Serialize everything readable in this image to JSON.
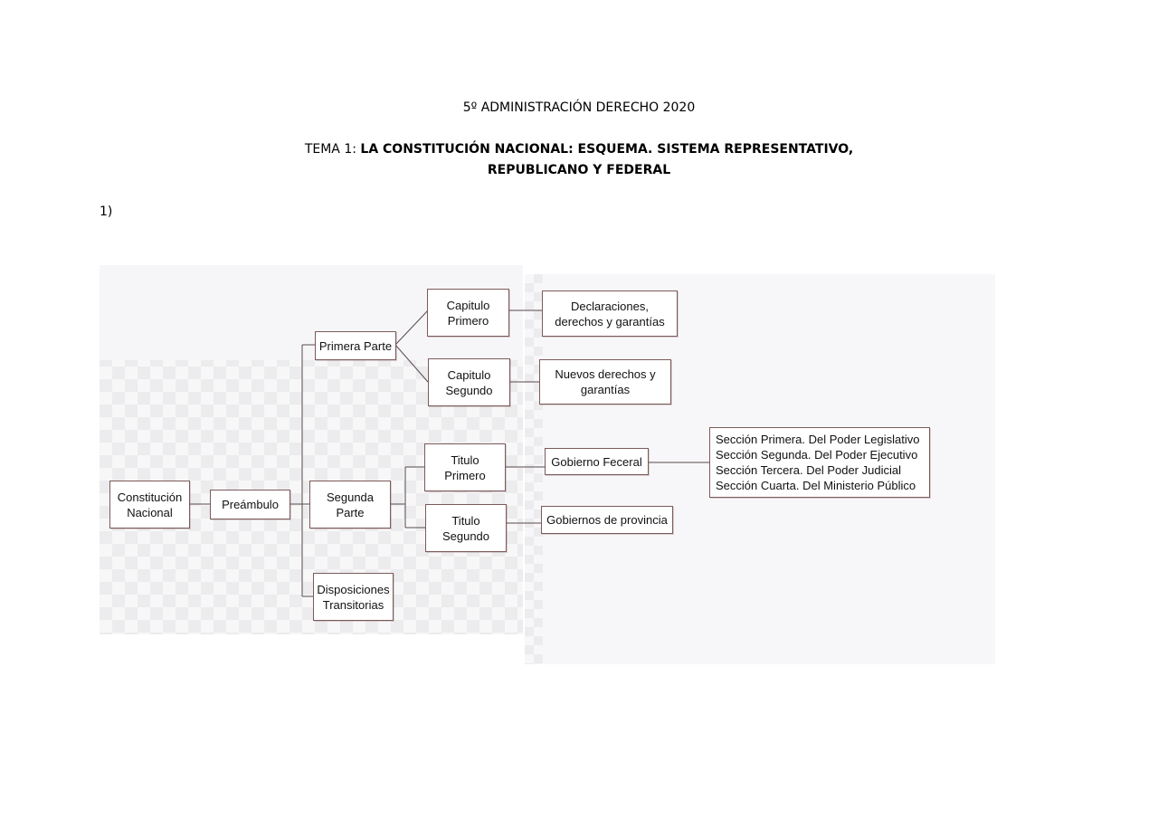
{
  "header": {
    "course": "5º ADMINISTRACIÓN DERECHO 2020",
    "tema_prefix": "TEMA 1: ",
    "tema_title_line1": "LA CONSTITUCIÓN NACIONAL: ESQUEMA. SISTEMA REPRESENTATIVO,",
    "tema_title_line2": "REPUBLICANO Y FEDERAL"
  },
  "item_number": "1)",
  "diagram": {
    "root": "Constitución\nNacional",
    "preambulo": "Preámbulo",
    "primera_parte": "Primera Parte",
    "segunda_parte": "Segunda\nParte",
    "disposiciones": "Disposiciones\nTransitorias",
    "capitulo_primero": "Capitulo\nPrimero",
    "capitulo_segundo": "Capitulo\nSegundo",
    "declaraciones": "Declaraciones,\nderechos y garantías",
    "nuevos_derechos": "Nuevos derechos y\ngarantías",
    "titulo_primero": "Titulo\nPrimero",
    "titulo_segundo": "Titulo\nSegundo",
    "gobierno_federal": "Gobierno Feceral",
    "gobiernos_provincia": "Gobiernos de provincia",
    "secciones": "Sección Primera. Del Poder Legislativo\nSección Segunda. Del Poder Ejecutivo\nSección Tercera. Del Poder Judicial\nSección Cuarta. Del Ministerio Público"
  }
}
